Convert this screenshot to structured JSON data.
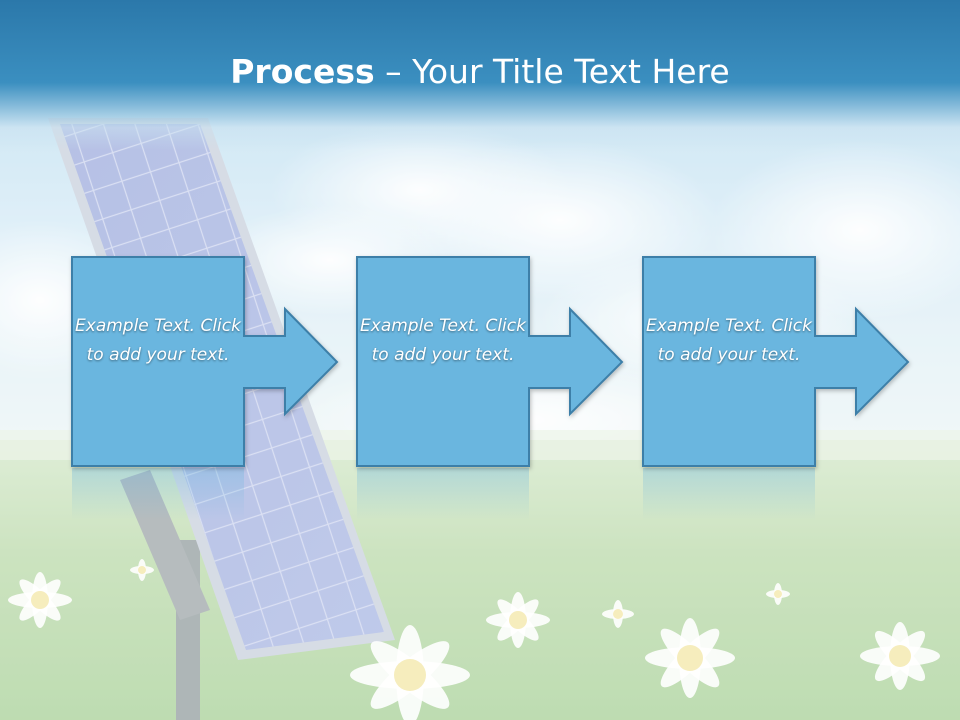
{
  "title": {
    "bold": "Process",
    "rest": " – Your Title Text Here"
  },
  "steps": [
    {
      "text": "Example Text. Click  to add your text."
    },
    {
      "text": "Example Text. Click  to add your text."
    },
    {
      "text": "Example Text. Click  to add your text."
    }
  ],
  "colors": {
    "box_fill": "#6bb6df",
    "box_stroke": "#3d7fa8",
    "title_bar": "#2b78aa"
  }
}
